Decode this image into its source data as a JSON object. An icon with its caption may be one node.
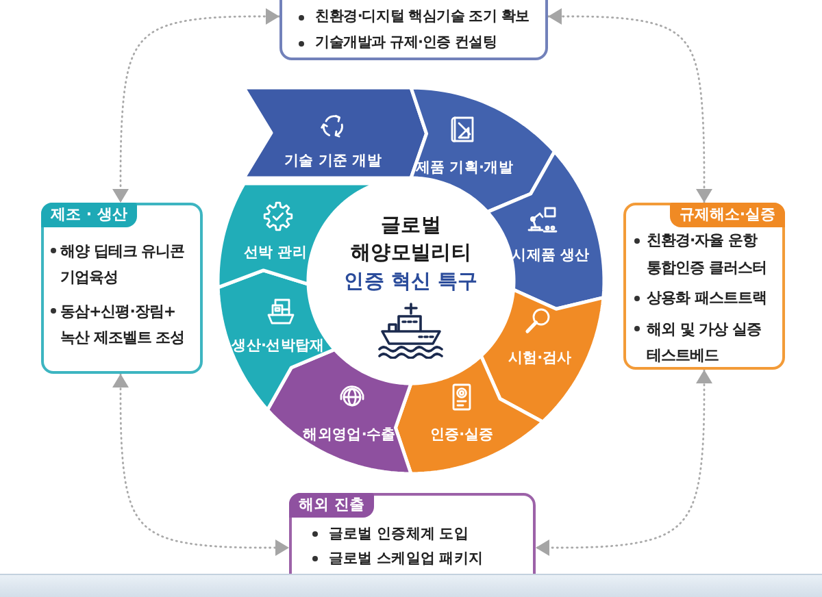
{
  "diagram": {
    "nodes": [
      {
        "text": [
          "친환경·디지털 핵심기술 조기 확보",
          "기술개발과 규제·인증 컨설팅"
        ]
      },
      {
        "text": [
          "제조 · 생산",
          "해양 딥테크 유니콘 기업육성",
          "동삼+신평·장림+ 녹산 제조벨트 조성"
        ]
      },
      {
        "text": [
          "기술 기준 개발"
        ]
      },
      {
        "text": [
          "제품 기획·개발"
        ]
      },
      {
        "text": [
          "시제품 생산"
        ]
      },
      {
        "text": [
          "시험·검사"
        ]
      },
      {
        "text": [
          "인증·실증"
        ]
      },
      {
        "text": [
          "해외영업·수출"
        ]
      },
      {
        "text": [
          "생산·선박탑재"
        ]
      },
      {
        "text": [
          "선박 관리"
        ]
      },
      {
        "text": [
          "글로벌 해양모빌리티",
          "인증 혁신 특구"
        ]
      },
      {
        "text": [
          "규제해소·실증",
          "친환경·자율 운항 통합인증 클러스터",
          "상용화 패스트트랙",
          "해외 및 가상 실증 테스트베드"
        ]
      },
      {
        "text": [
          "해외 진출",
          "글로벌 인증체계 도입",
          "글로벌 스케일업 패키지"
        ]
      }
    ],
    "edges": [
      {
        "from": 0,
        "to": 1,
        "arrow": "both",
        "style": "dashed"
      },
      {
        "from": 0,
        "to": 11,
        "arrow": "both",
        "style": "dashed"
      },
      {
        "from": 1,
        "to": 12,
        "arrow": "both",
        "style": "dashed"
      },
      {
        "from": 11,
        "to": 12,
        "arrow": "both",
        "style": "dashed"
      }
    ]
  }
}
